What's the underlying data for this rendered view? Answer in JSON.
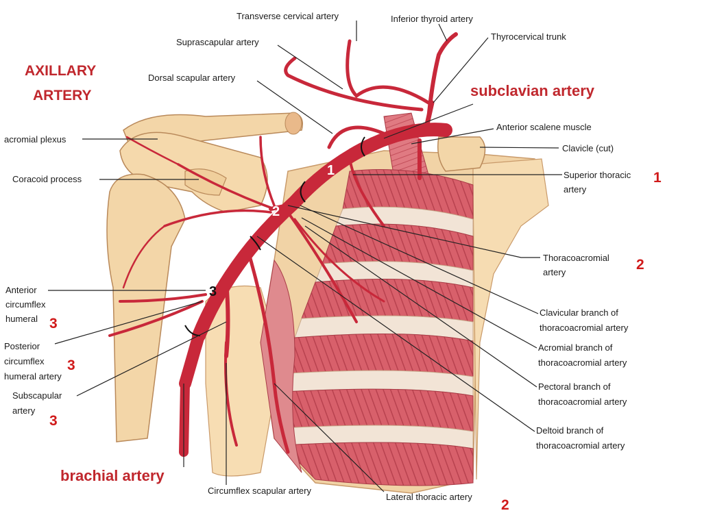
{
  "title": [
    "AXILLARY",
    "ARTERY"
  ],
  "headings": {
    "subclavian": "subclavian artery",
    "brachial": "brachial artery"
  },
  "segments": [
    "1",
    "2",
    "3"
  ],
  "labels": {
    "transverse_cervical": "Transverse cervical artery",
    "inferior_thyroid": "Inferior thyroid artery",
    "suprascapular": "Suprascapular artery",
    "thyrocervical": "Thyrocervical trunk",
    "dorsal_scapular": "Dorsal scapular artery",
    "anterior_scalene": "Anterior scalene muscle",
    "acromial_plexus": "acromial plexus",
    "clavicle": "Clavicle (cut)",
    "coracoid": "Coracoid process",
    "superior_thoracic": [
      "Superior thoracic",
      "artery"
    ],
    "thoracoacromial": [
      "Thoracoacromial",
      "artery"
    ],
    "anterior_circumflex": [
      "Anterior",
      "circumflex",
      "humeral"
    ],
    "clavicular_branch": [
      "Clavicular branch of",
      "thoracoacromial artery"
    ],
    "acromial_branch": [
      "Acromial branch of",
      "thoracoacromial artery"
    ],
    "posterior_circumflex": [
      "Posterior",
      "circumflex",
      "humeral artery"
    ],
    "pectoral_branch": [
      "Pectoral branch of",
      "thoracoacromial artery"
    ],
    "subscapular": [
      "Subscapular",
      "artery"
    ],
    "deltoid_branch": [
      "Deltoid branch of",
      "thoracoacromial artery"
    ],
    "circumflex_scapular": "Circumflex scapular artery",
    "lateral_thoracic": "Lateral thoracic artery"
  },
  "part_numbers": {
    "superior_thoracic": "1",
    "thoracoacromial": "2",
    "anterior_circumflex": "3",
    "posterior_circumflex": "3",
    "subscapular": "3",
    "lateral_thoracic": "2"
  },
  "colors": {
    "artery": "#c8283a",
    "heading_red": "#c0272d",
    "number_red": "#d01a1a",
    "bone": "#f3d6a8",
    "muscle": "#d9606a"
  }
}
